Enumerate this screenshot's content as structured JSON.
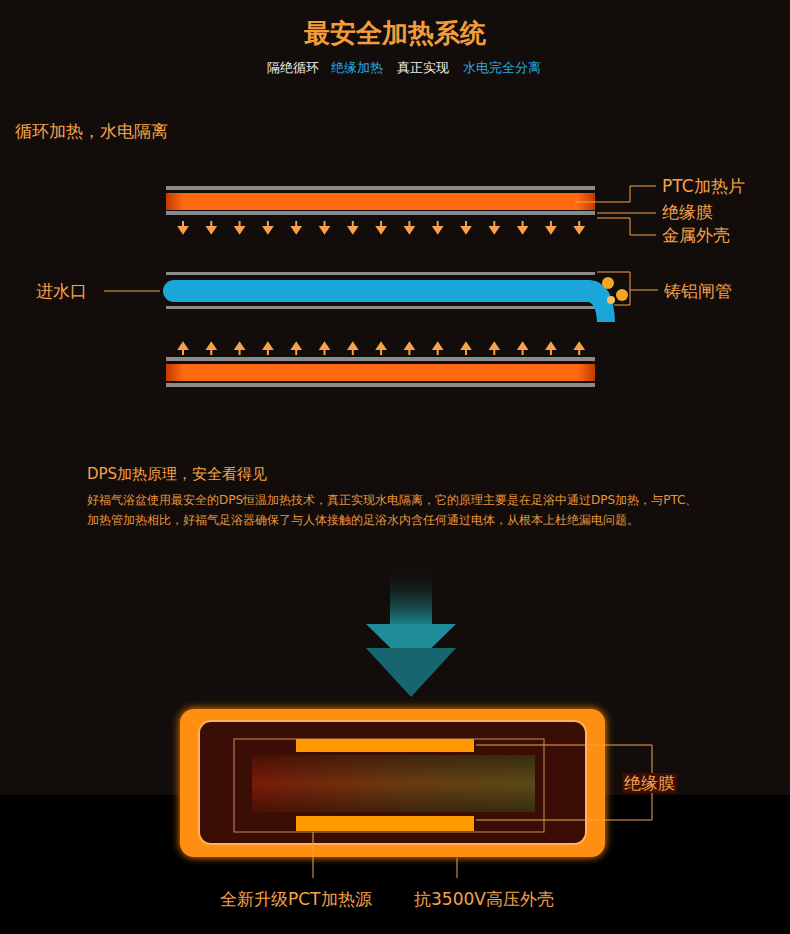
{
  "diagram": {
    "title": "最安全加热系统",
    "labels": [
      "隔绝循环",
      "绝缘加热",
      "真正实现",
      "水电完全分离",
      "循环加热，水电隔离",
      "PTC加热片",
      "绝缘膜",
      "金属外壳",
      "进水口",
      "铸铝闸管",
      "DPS加热原理，安全看得见",
      "好福气浴盆使用最安全的DPS恒温加热技术，真正实现水电隔离，它的原理主要是在足浴中通过DPS加热，与PTC、加热管加热相比，好福气足浴器确保了与人体接触的足浴水内含任何通过电体，从根本上杜绝漏电问题。",
      "绝缘膜",
      "全新升级PCT加热源",
      "抗3500V高压外壳"
    ]
  }
}
